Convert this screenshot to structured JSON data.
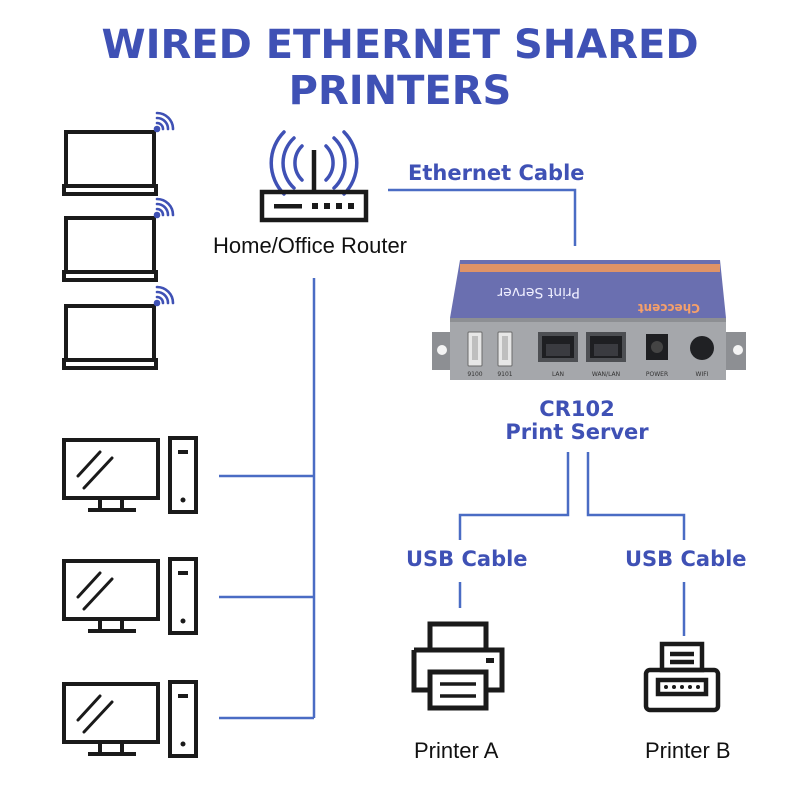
{
  "title": "WIRED ETHERNET SHARED PRINTERS",
  "router": {
    "label": "Home/Office Router"
  },
  "ethernet": {
    "label": "Ethernet Cable"
  },
  "server": {
    "model": "CR102",
    "name": "Print Server",
    "brand": "Checcent",
    "face_text": "Print Server",
    "ports": [
      "9100",
      "9101",
      "LAN",
      "WAN/LAN",
      "POWER",
      "WIFI"
    ]
  },
  "usb_left": {
    "label": "USB Cable"
  },
  "usb_right": {
    "label": "USB Cable"
  },
  "printers": [
    {
      "label": "Printer A"
    },
    {
      "label": "Printer B"
    }
  ],
  "colors": {
    "accent": "#3f51b5",
    "wire": "#4a6cc4",
    "icon": "#1a1a1a",
    "device": "#6a6fb0"
  }
}
